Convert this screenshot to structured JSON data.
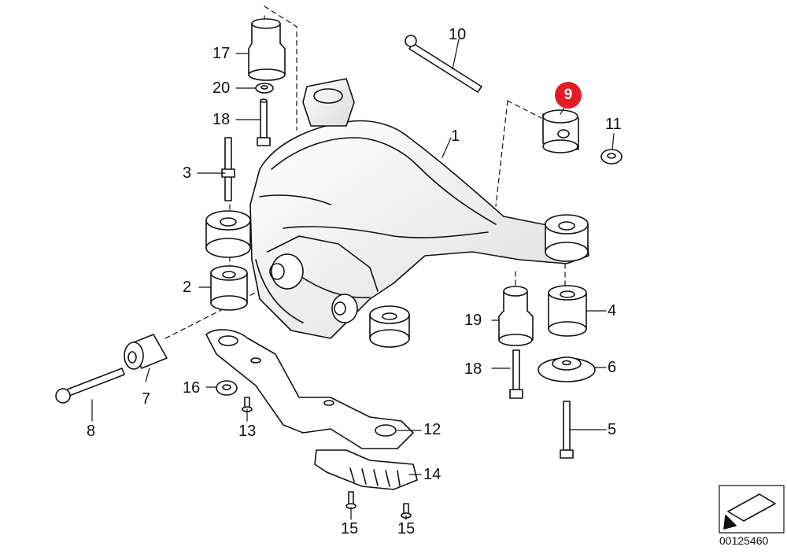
{
  "diagram": {
    "highlight_color": "#e51c23",
    "line_color": "#111111",
    "callouts": [
      {
        "id": "c1",
        "label": "1"
      },
      {
        "id": "c2",
        "label": "2"
      },
      {
        "id": "c3",
        "label": "3"
      },
      {
        "id": "c4",
        "label": "4"
      },
      {
        "id": "c5",
        "label": "5"
      },
      {
        "id": "c6",
        "label": "6"
      },
      {
        "id": "c7",
        "label": "7"
      },
      {
        "id": "c8",
        "label": "8"
      },
      {
        "id": "c9",
        "label": "9",
        "highlighted": true
      },
      {
        "id": "c10",
        "label": "10"
      },
      {
        "id": "c11",
        "label": "11"
      },
      {
        "id": "c12",
        "label": "12"
      },
      {
        "id": "c13",
        "label": "13"
      },
      {
        "id": "c14",
        "label": "14"
      },
      {
        "id": "c15a",
        "label": "15"
      },
      {
        "id": "c15b",
        "label": "15"
      },
      {
        "id": "c16",
        "label": "16"
      },
      {
        "id": "c17",
        "label": "17"
      },
      {
        "id": "c18a",
        "label": "18"
      },
      {
        "id": "c18b",
        "label": "18"
      },
      {
        "id": "c19",
        "label": "19"
      },
      {
        "id": "c20",
        "label": "20"
      }
    ],
    "diagram_number": "00125460"
  }
}
